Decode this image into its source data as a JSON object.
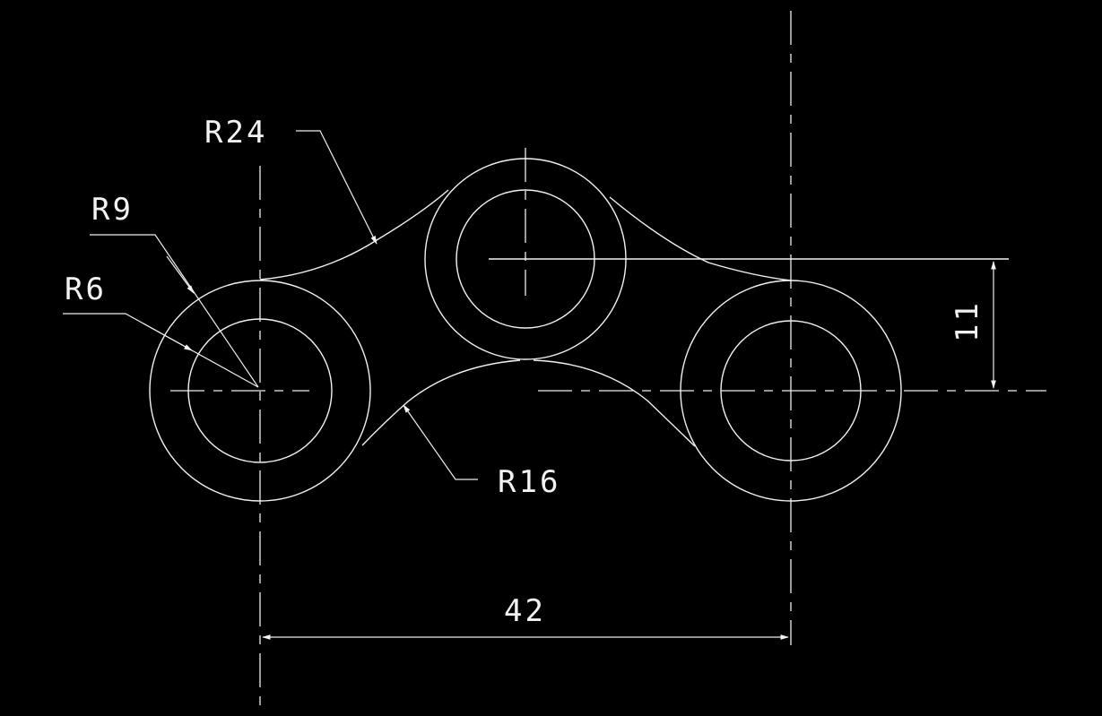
{
  "drawing": {
    "labels": {
      "r24": "R24",
      "r9": "R9",
      "r6": "R6",
      "r16": "R16",
      "d42": "42",
      "d11": "11"
    },
    "colors": {
      "background": "#000000",
      "line": "#f2f2f2"
    }
  }
}
